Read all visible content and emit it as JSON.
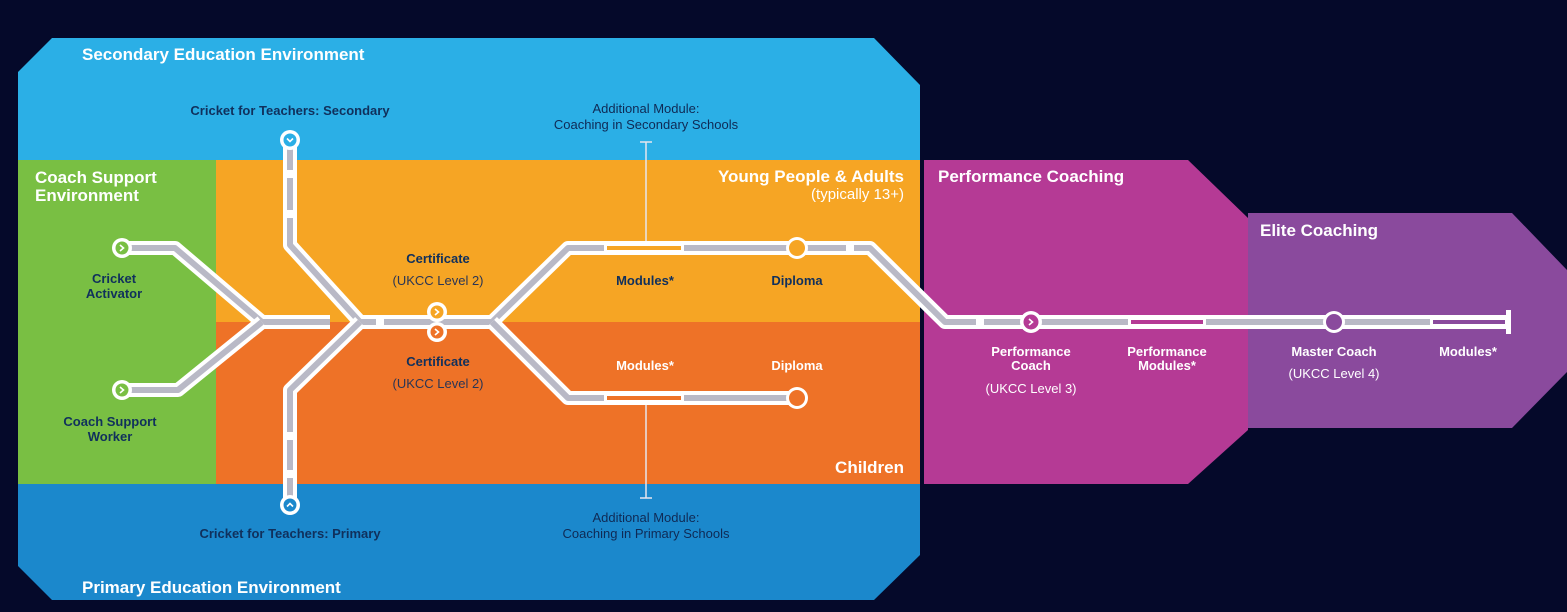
{
  "environments": {
    "secondary": "Secondary Education Environment",
    "primary": "Primary Education Environment",
    "coach_support": [
      "Coach Support",
      "Environment"
    ],
    "young_people": "Young People & Adults",
    "young_people_sub": "(typically 13+)",
    "children": "Children",
    "performance": "Performance Coaching",
    "elite": "Elite Coaching"
  },
  "nodes": {
    "teachers_secondary": "Cricket for Teachers: Secondary",
    "teachers_primary": "Cricket for Teachers: Primary",
    "activator": [
      "Cricket",
      "Activator"
    ],
    "support_worker": [
      "Coach Support",
      "Worker"
    ],
    "cert_top": "Certificate",
    "cert_top_sub": "(UKCC Level 2)",
    "cert_bottom": "Certificate",
    "cert_bottom_sub": "(UKCC Level 2)",
    "modules_top": "Modules*",
    "diploma_top": "Diploma",
    "modules_bottom": "Modules*",
    "diploma_bottom": "Diploma",
    "perf_coach": [
      "Performance",
      "Coach"
    ],
    "perf_coach_sub": "(UKCC Level 3)",
    "perf_modules": [
      "Performance",
      "Modules*"
    ],
    "master_coach": "Master Coach",
    "master_coach_sub": "(UKCC Level 4)",
    "elite_modules": "Modules*"
  },
  "additional": {
    "secondary": [
      "Additional Module:",
      "Coaching in Secondary Schools"
    ],
    "primary": [
      "Additional Module:",
      "Coaching in Primary Schools"
    ]
  },
  "colors": {
    "background": "#05092a",
    "secondary_blue": "#2bafe6",
    "primary_blue": "#1b88cc",
    "coach_green": "#79bf43",
    "young_orange": "#f6a524",
    "children_orange": "#ee7227",
    "performance_magenta": "#b53a95",
    "elite_purple": "#8a4a9d"
  }
}
